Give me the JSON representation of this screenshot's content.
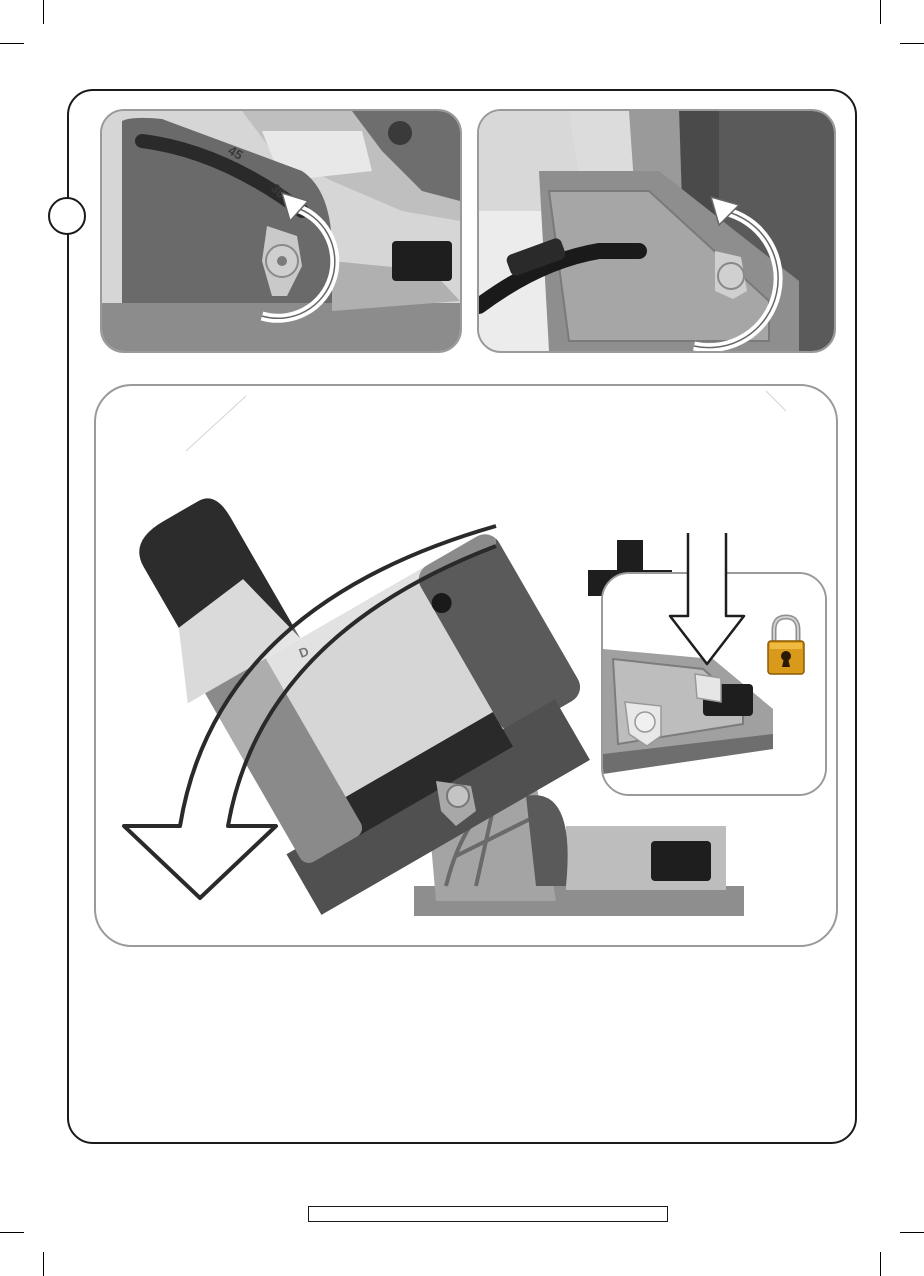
{
  "figure_1": {
    "scale_marks": [
      "45",
      "30"
    ]
  },
  "figure_3": {
    "knob_letter": "D"
  },
  "colors": {
    "outline": "#1a1a1a",
    "panel_border": "#9a9a9a",
    "lock_gold": "#d99a1c"
  },
  "icons": [
    "rotate-arrow-icon",
    "plus-icon",
    "down-arrow-icon",
    "padlock-icon",
    "tilt-arrow-icon"
  ]
}
